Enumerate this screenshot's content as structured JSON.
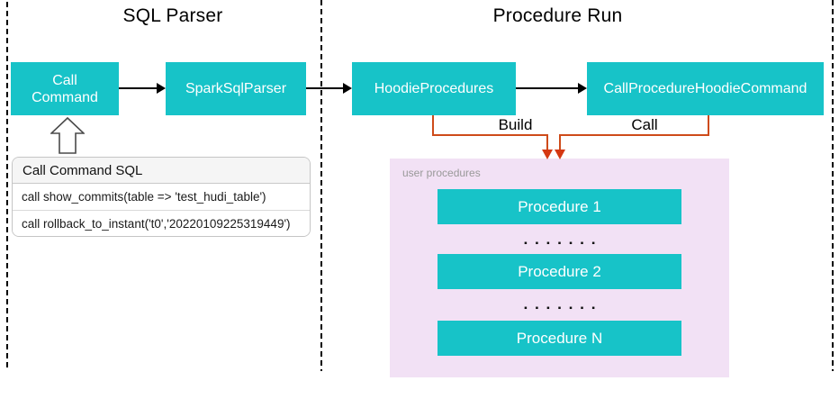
{
  "colors": {
    "node_teal": "#17C3C8",
    "connector_orange": "#CE4B1A",
    "arrowhead_red": "#D53812",
    "panel_pink": "#F2E1F5",
    "label_gray": "#999999"
  },
  "sections": {
    "sql_parser": {
      "title": "SQL Parser"
    },
    "procedure_run": {
      "title": "Procedure Run"
    }
  },
  "nodes": {
    "call_command": "Call Command",
    "spark_sql_parser": "SparkSqlParser",
    "hoodie_procedures": "HoodieProcedures",
    "call_procedure_hoodie_command": "CallProcedureHoodieCommand"
  },
  "edges": {
    "build_label": "Build",
    "call_label": "Call"
  },
  "sql_table": {
    "header": "Call Command SQL",
    "rows": [
      "call show_commits(table => 'test_hudi_table')",
      "call rollback_to_instant('t0','20220109225319449')"
    ]
  },
  "user_procedures": {
    "label": "user procedures",
    "items": [
      "Procedure 1",
      "Procedure 2",
      "Procedure N"
    ],
    "separator": "▪▪▪▪▪▪▪"
  }
}
